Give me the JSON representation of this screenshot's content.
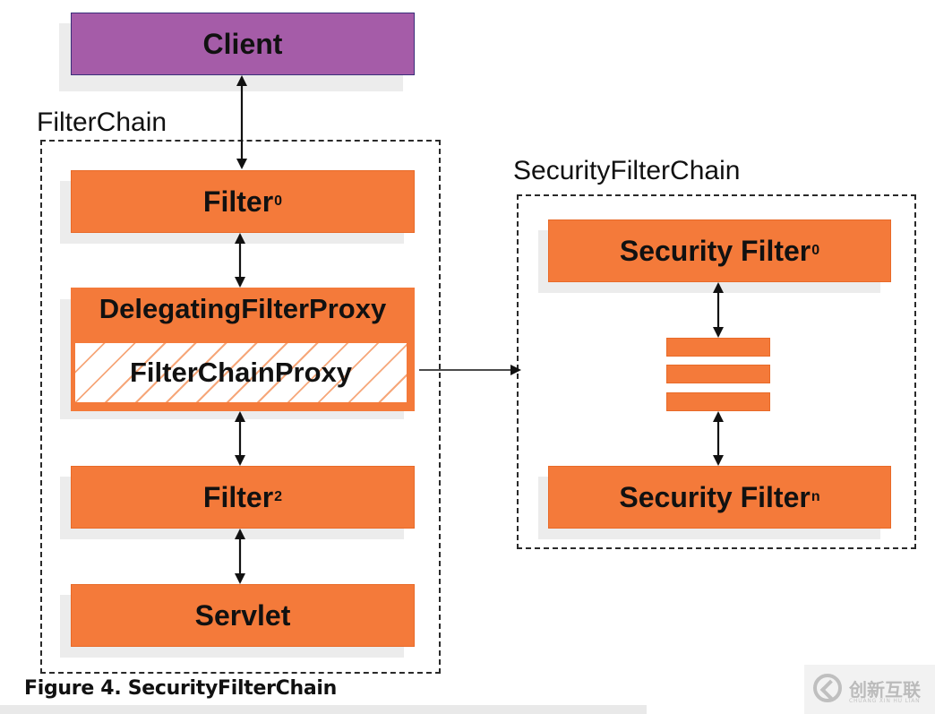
{
  "client": {
    "label": "Client"
  },
  "filter_chain": {
    "label": "FilterChain",
    "filter0": {
      "label": "Filter",
      "sub": "0"
    },
    "delegating_proxy": {
      "label": "DelegatingFilterProxy"
    },
    "filter_chain_proxy": {
      "label": "FilterChainProxy"
    },
    "filter2": {
      "label": "Filter",
      "sub": "2"
    },
    "servlet": {
      "label": "Servlet"
    }
  },
  "security_filter_chain": {
    "label": "SecurityFilterChain",
    "security_filter0": {
      "label": "Security Filter",
      "sub": "0"
    },
    "security_filtern": {
      "label": "Security Filter",
      "sub": "n"
    }
  },
  "caption": "Figure 4. SecurityFilterChain",
  "watermark": {
    "text": "创新互联",
    "sub": "CHUANG XIN HU LIAN"
  },
  "colors": {
    "client": "#a55ca8",
    "filter": "#f47a3a",
    "hatch": "#f6a77a"
  }
}
